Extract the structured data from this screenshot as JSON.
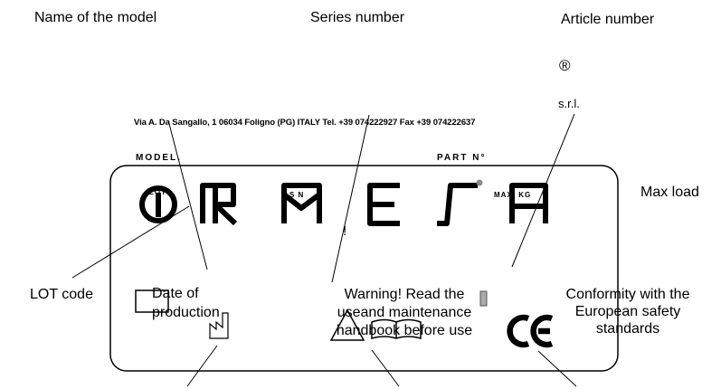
{
  "callouts": {
    "model_name": "Name of the model",
    "series_number": "Series number",
    "article_number": "Article number",
    "max_load": "Max load",
    "lot_code": "LOT code",
    "date_of_production": [
      "Date of",
      "production"
    ],
    "warning": [
      "Warning! Read the",
      "useand maintenance",
      "handbook before use"
    ],
    "conformity": [
      "Conformity with the",
      "European safety",
      "standards"
    ]
  },
  "company": {
    "registered": "®",
    "legal_form": "s.r.l.",
    "address": "Via A. Da Sangallo, 1  06034 Foligno (PG) ITALY  Tel. +39 074222927  Fax +39 074222637",
    "logo_letters": "RMES"
  },
  "plate": {
    "model_label": "MODEL.",
    "part_label": "PART N°",
    "lot_label": "LOT",
    "sn_label": "S N",
    "max_kg_label": "MAX. KG",
    "exclamation": "!"
  },
  "icons": [
    "factory-icon",
    "warning-triangle-icon",
    "book-icon",
    "ce-mark-icon"
  ]
}
